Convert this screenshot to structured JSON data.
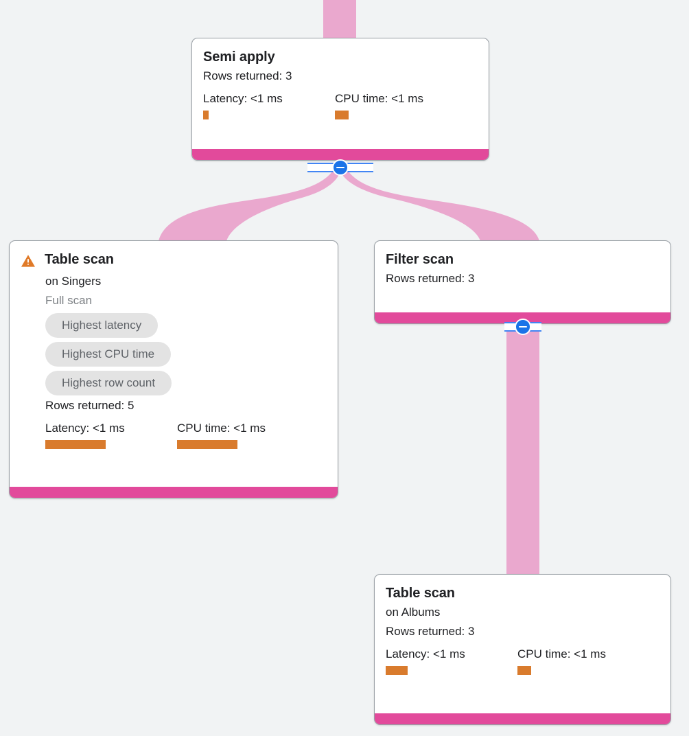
{
  "canvas": {
    "background_color": "#f1f3f4",
    "accent_color": "#e24a9b",
    "edge_color": "#eaa8ce",
    "metric_bar_color": "#d97b2d",
    "toggle_color": "#1a73e8",
    "chip_color": "#e3e3e3"
  },
  "nodes": [
    {
      "id": "semi-apply",
      "title": "Semi apply",
      "rows_returned": "Rows returned: 3",
      "latency_label": "Latency: <1 ms",
      "cpu_label": "CPU time: <1 ms",
      "latency_bar_width": 8,
      "cpu_bar_width": 20
    },
    {
      "id": "table-scan-singers",
      "title": "Table scan",
      "subtitle": "on Singers",
      "scan_type": "Full scan",
      "warning_icon": "warning-triangle-icon",
      "chips": [
        "Highest latency",
        "Highest CPU time",
        "Highest row count"
      ],
      "rows_returned": "Rows returned: 5",
      "latency_label": "Latency: <1 ms",
      "cpu_label": "CPU time: <1 ms",
      "latency_bar_width": 88,
      "cpu_bar_width": 88
    },
    {
      "id": "filter-scan",
      "title": "Filter scan",
      "rows_returned": "Rows returned: 3"
    },
    {
      "id": "table-scan-albums",
      "title": "Table scan",
      "subtitle": "on Albums",
      "rows_returned": "Rows returned: 3",
      "latency_label": "Latency: <1 ms",
      "cpu_label": "CPU time: <1 ms",
      "latency_bar_width": 32,
      "cpu_bar_width": 20
    }
  ],
  "toggles": [
    {
      "id": "toggle-semi-apply",
      "state": "expanded",
      "glyph": "minus"
    },
    {
      "id": "toggle-filter-scan",
      "state": "expanded",
      "glyph": "minus"
    }
  ]
}
